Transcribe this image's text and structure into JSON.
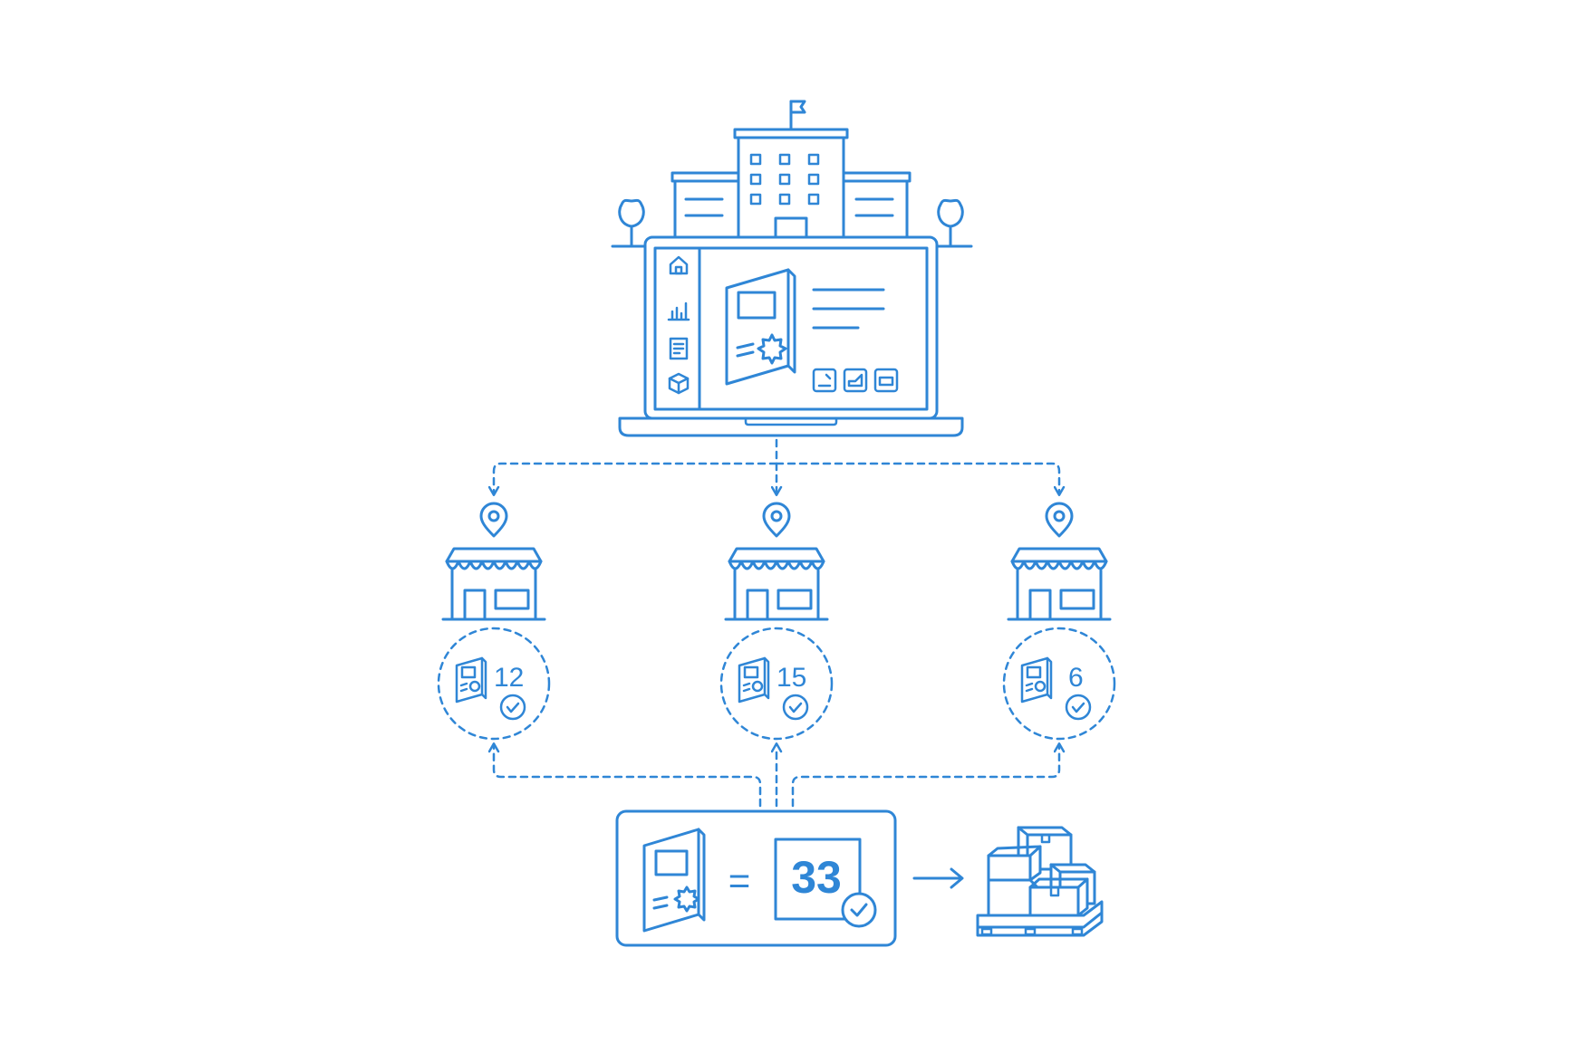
{
  "colors": {
    "stroke": "#2f86d6",
    "background": "#ffffff"
  },
  "headquarters": {
    "icon": "office-building-icon"
  },
  "laptop": {
    "sidebar_icons": [
      "home-icon",
      "bar-chart-icon",
      "document-icon",
      "box-icon"
    ],
    "content_icon": "brochure-with-seal-icon",
    "action_icons": [
      "edit-icon",
      "stats-icon",
      "minimize-icon"
    ]
  },
  "stores": [
    {
      "icon": "storefront-icon",
      "pin_icon": "location-pin-icon",
      "count": "12"
    },
    {
      "icon": "storefront-icon",
      "pin_icon": "location-pin-icon",
      "count": "15"
    },
    {
      "icon": "storefront-icon",
      "pin_icon": "location-pin-icon",
      "count": "6"
    }
  ],
  "summary": {
    "equals": "=",
    "total": "33",
    "check_icon": "check-circle-icon"
  },
  "shipment": {
    "arrow": "→",
    "icon": "pallet-boxes-icon"
  }
}
